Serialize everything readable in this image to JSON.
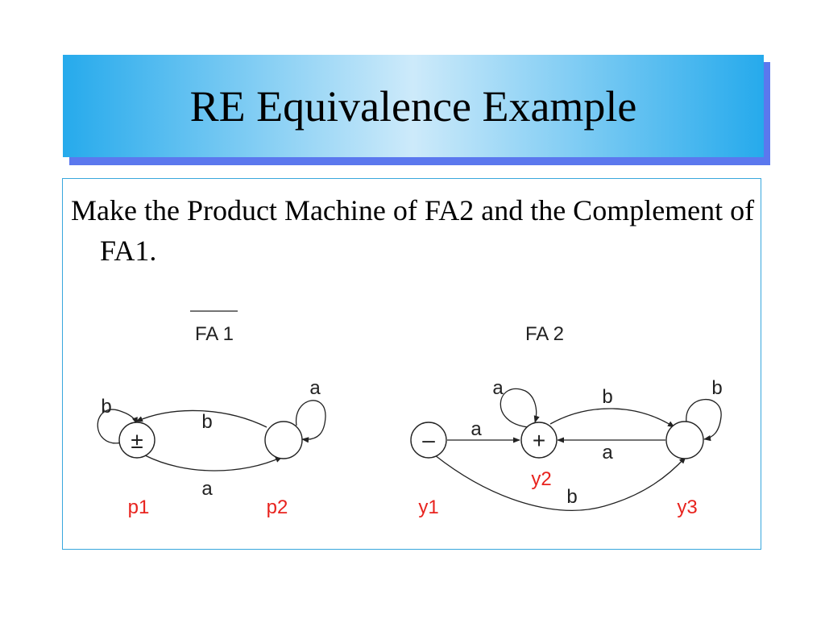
{
  "slide": {
    "title": "RE Equivalence Example",
    "body": "Make the Product Machine of FA2 and the Complement of FA1."
  },
  "diagram": {
    "fa1": {
      "title": "FA 1",
      "states": [
        {
          "id": "p1",
          "name": "p1",
          "mark": "±"
        },
        {
          "id": "p2",
          "name": "p2",
          "mark": ""
        }
      ],
      "edges": [
        {
          "from": "p1",
          "to": "p1",
          "label": "b"
        },
        {
          "from": "p2",
          "to": "p1",
          "label": "b"
        },
        {
          "from": "p1",
          "to": "p2",
          "label": "a"
        },
        {
          "from": "p2",
          "to": "p2",
          "label": "a"
        }
      ]
    },
    "fa2": {
      "title": "FA 2",
      "states": [
        {
          "id": "y1",
          "name": "y1",
          "mark": "–"
        },
        {
          "id": "y2",
          "name": "y2",
          "mark": "+"
        },
        {
          "id": "y3",
          "name": "y3",
          "mark": ""
        }
      ],
      "edges": [
        {
          "from": "y1",
          "to": "y2",
          "label": "a"
        },
        {
          "from": "y2",
          "to": "y2",
          "label": "a"
        },
        {
          "from": "y2",
          "to": "y3",
          "label": "b"
        },
        {
          "from": "y3",
          "to": "y2",
          "label": "a"
        },
        {
          "from": "y3",
          "to": "y3",
          "label": "b"
        },
        {
          "from": "y1",
          "to": "y3",
          "label": "b"
        }
      ]
    }
  }
}
